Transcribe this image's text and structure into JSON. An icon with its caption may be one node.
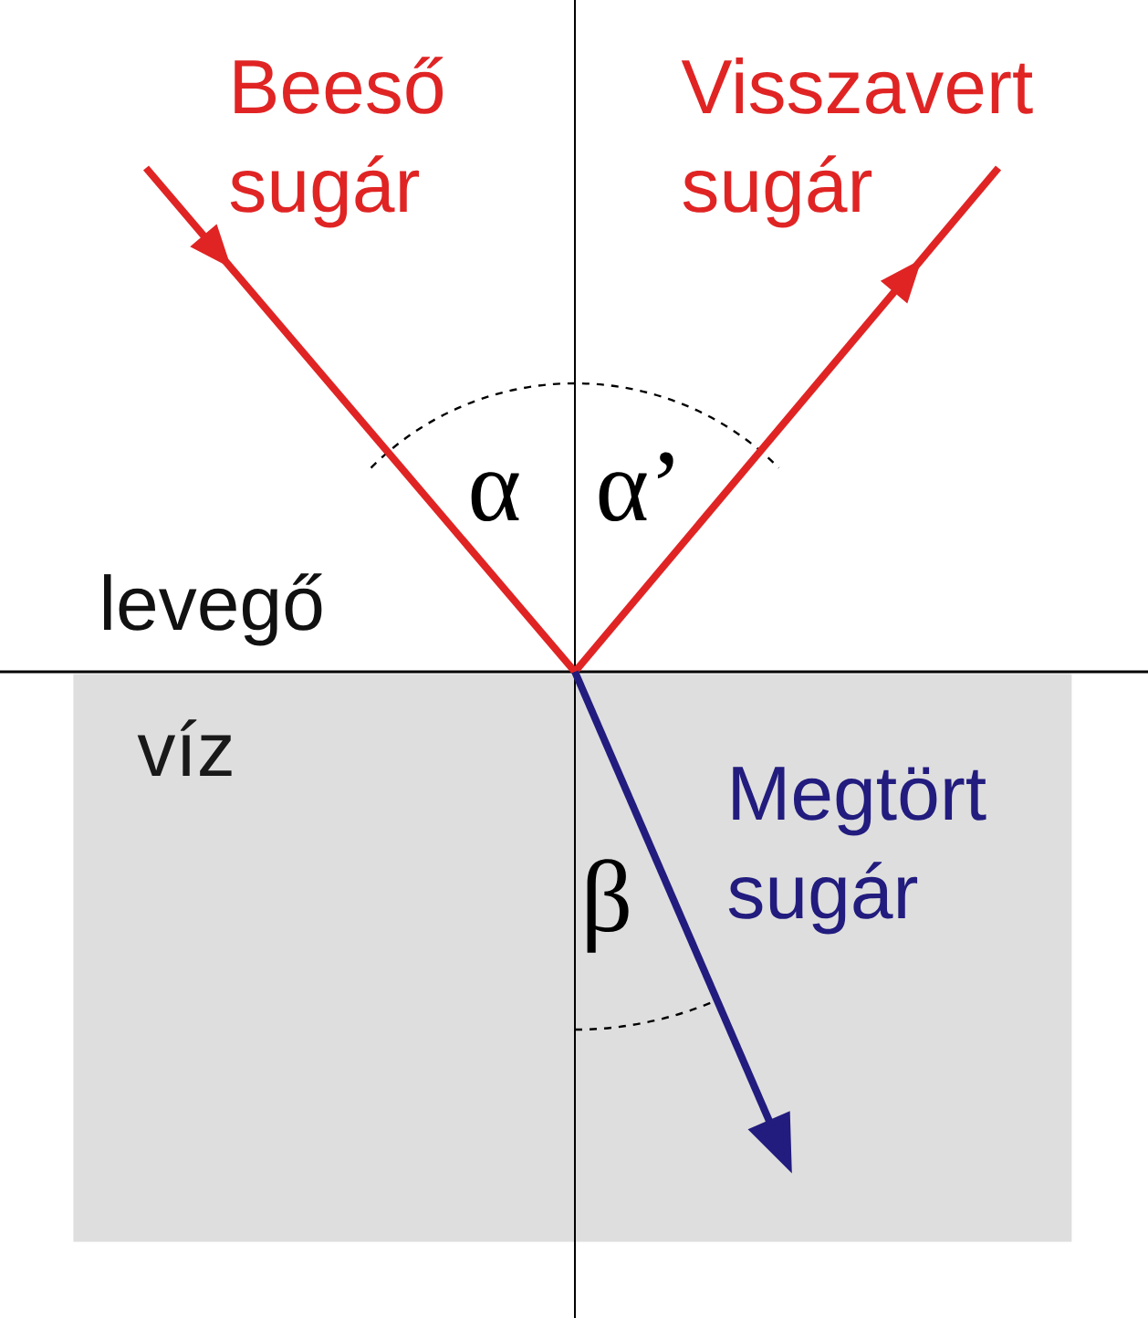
{
  "diagram": {
    "nodes": [
      {
        "text": [
          "víz"
        ]
      }
    ],
    "labels": [
      "Beeső sugár",
      "Visszavert sugár",
      "α",
      "α’",
      "levegő",
      "Megtört sugár",
      "β"
    ]
  }
}
